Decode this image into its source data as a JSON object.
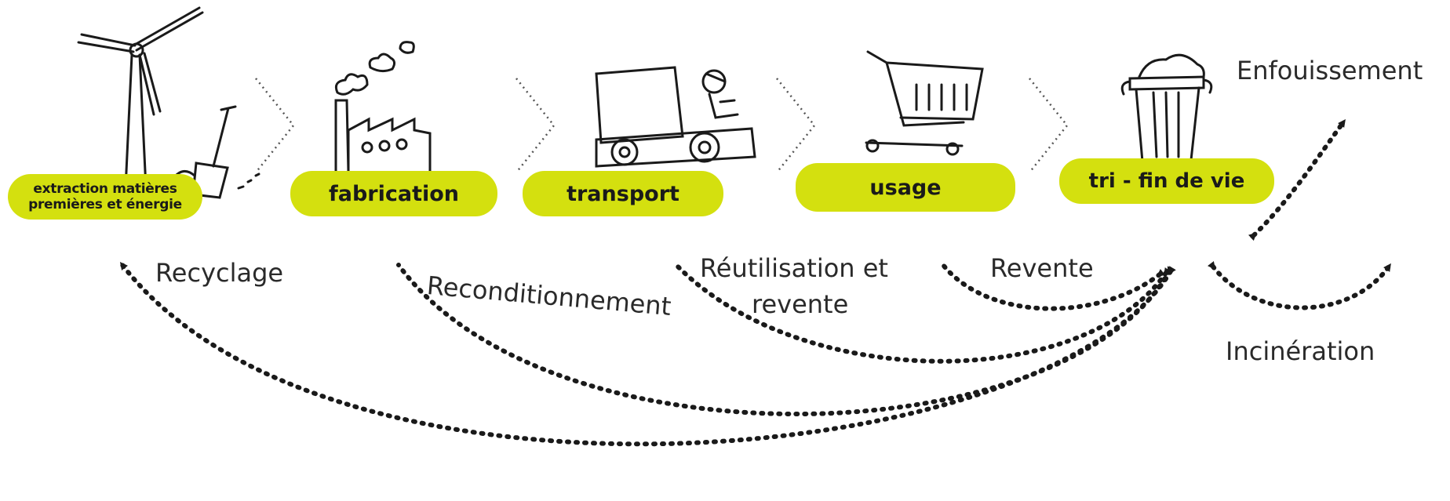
{
  "stages": {
    "extraction": "extraction matières\npremières et énergie",
    "fabrication": "fabrication",
    "transport": "transport",
    "usage": "usage",
    "fin_de_vie": "tri - fin de vie"
  },
  "flows": {
    "recyclage": "Recyclage",
    "reconditionnement": "Reconditionnement",
    "reutilisation_l1": "Réutilisation et",
    "reutilisation_l2": "revente",
    "revente": "Revente",
    "incineration": "Incinération",
    "enfouissement": "Enfouissement"
  },
  "colors": {
    "pill": "#d4e00f",
    "ink": "#1a1a1a"
  }
}
